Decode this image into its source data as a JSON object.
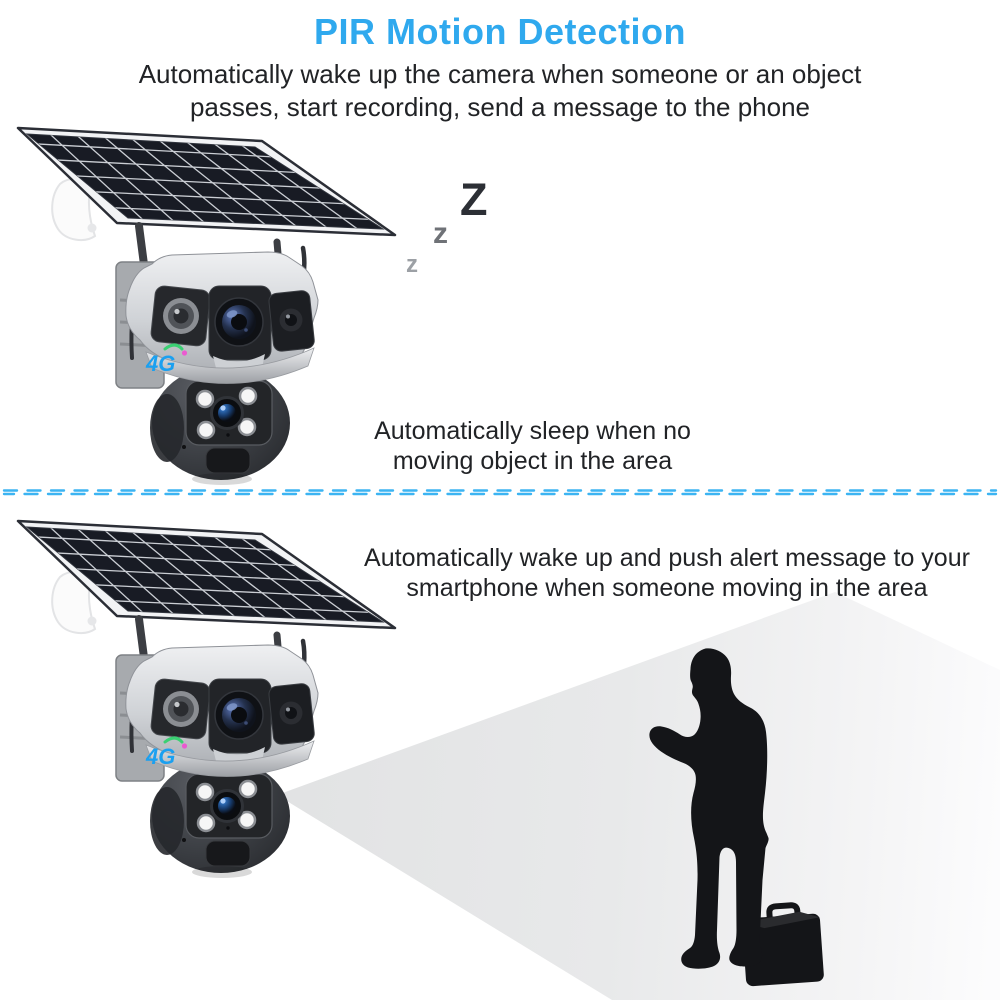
{
  "title": {
    "text": "PIR Motion Detection"
  },
  "intro": {
    "line1": "Automatically wake up the camera when someone or an object",
    "line2": "passes, start recording, send a message to the phone"
  },
  "sleep_section": {
    "zzz": [
      "Z",
      "z",
      "z"
    ],
    "note_line1": "Automatically sleep when no",
    "note_line2": "moving object in the area"
  },
  "alert_section": {
    "note_line1": "Automatically wake up and push alert message to your",
    "note_line2": "smartphone when someone moving in the area"
  },
  "camera": {
    "logo_label": "4G"
  },
  "colors": {
    "title_accent": "#2fa9ee",
    "divider_dash": "#3cb4f2",
    "body_text": "#212326",
    "logo_blue": "#1ba0f0",
    "logo_swoosh_green": "#3bd073",
    "logo_dot_pink": "#ea5ad0",
    "beam_gray": "#e7e8e9",
    "silhouette_black": "#141518",
    "solar_cell_dark": "#181b24"
  }
}
